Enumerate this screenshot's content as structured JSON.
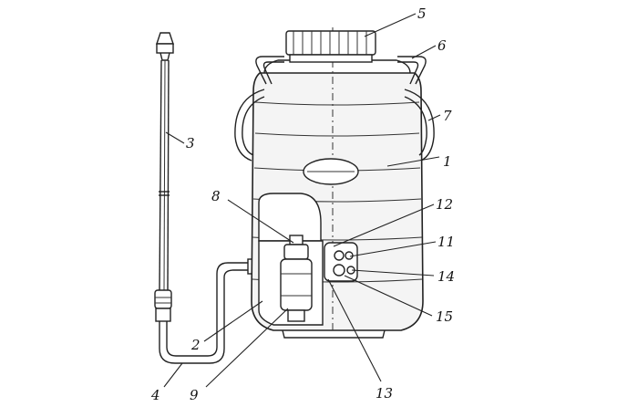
{
  "diagram": {
    "callouts": [
      {
        "id": "1",
        "text": "1"
      },
      {
        "id": "2",
        "text": "2"
      },
      {
        "id": "3",
        "text": "3"
      },
      {
        "id": "4",
        "text": "4"
      },
      {
        "id": "5",
        "text": "5"
      },
      {
        "id": "6",
        "text": "6"
      },
      {
        "id": "7",
        "text": "7"
      },
      {
        "id": "8",
        "text": "8"
      },
      {
        "id": "9",
        "text": "9"
      },
      {
        "id": "11",
        "text": "11"
      },
      {
        "id": "12",
        "text": "12"
      },
      {
        "id": "13",
        "text": "13"
      },
      {
        "id": "14",
        "text": "14"
      },
      {
        "id": "15",
        "text": "15"
      }
    ]
  }
}
